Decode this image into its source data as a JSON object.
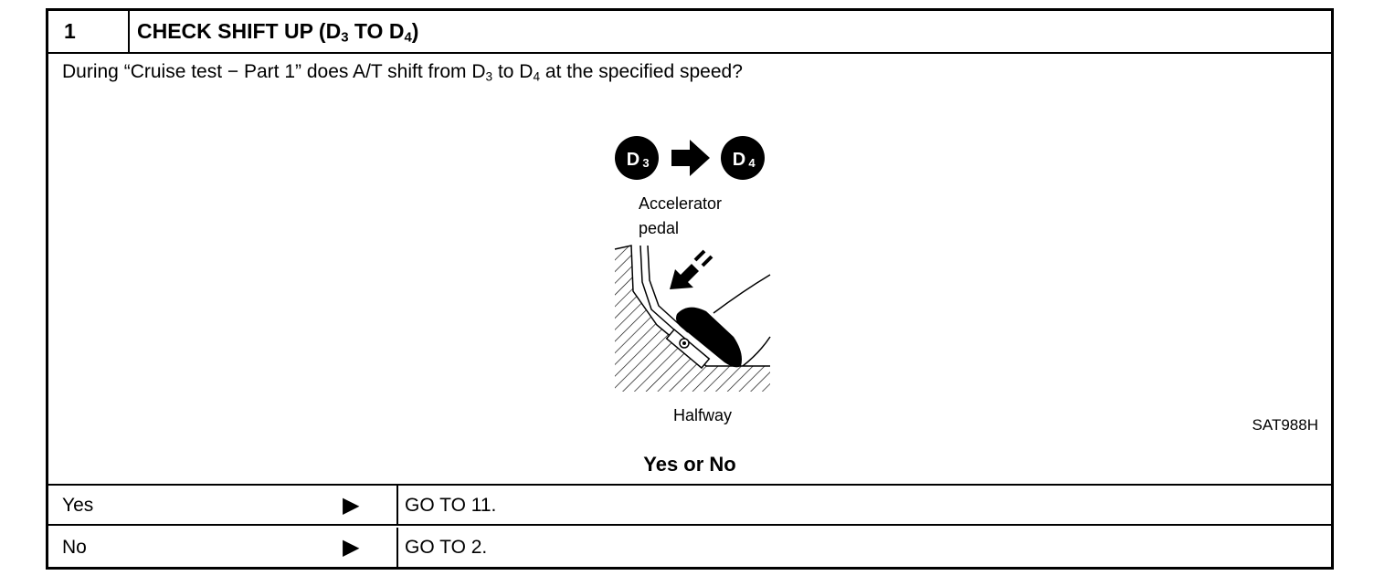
{
  "step": {
    "number": "1",
    "title_parts": [
      "CHECK SHIFT UP (D",
      "3",
      " TO D",
      "4",
      ")"
    ]
  },
  "question_parts": [
    "During “Cruise test − Part 1” does A/T shift from D",
    "3",
    " to D",
    "4",
    " at the specified speed?"
  ],
  "figure": {
    "badge_from": "D",
    "badge_from_sub": "3",
    "badge_to": "D",
    "badge_to_sub": "4",
    "label_line1": "Accelerator",
    "label_line2": "pedal",
    "caption": "Halfway",
    "code": "SAT988H"
  },
  "decision_label": "Yes or No",
  "answers": [
    {
      "label": "Yes",
      "arrow": "▶",
      "action": "GO TO 11."
    },
    {
      "label": "No",
      "arrow": "▶",
      "action": "GO TO 2."
    }
  ]
}
